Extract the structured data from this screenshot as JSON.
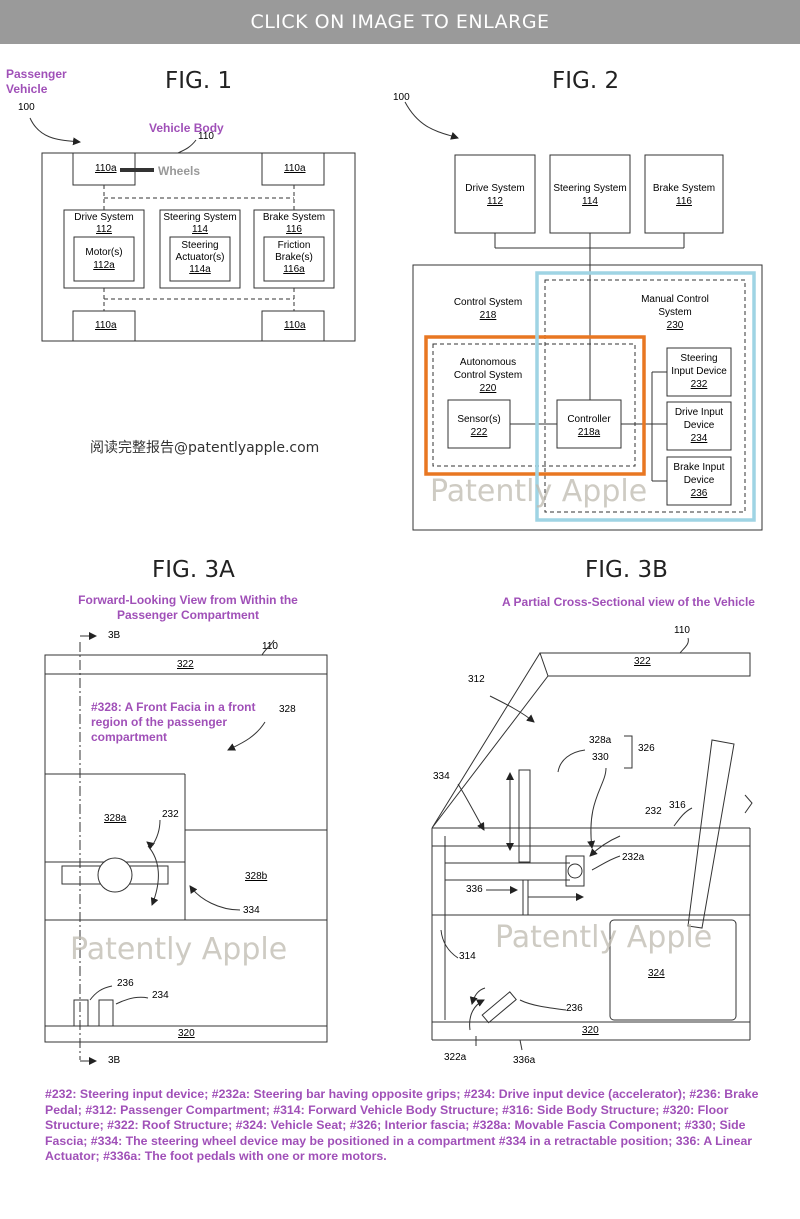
{
  "banner": "CLICK ON IMAGE TO ENLARGE",
  "fig1": {
    "title": "FIG. 1",
    "passenger_vehicle": [
      "Passenger",
      "Vehicle"
    ],
    "ref100": "100",
    "vehicle_body_label": "Vehicle Body",
    "ref110": "110",
    "wheel": "110a",
    "wheels_label": "Wheels",
    "drive": [
      "Drive System",
      "112"
    ],
    "motor": [
      "Motor(s)",
      "112a"
    ],
    "steering": [
      "Steering System",
      "114"
    ],
    "actuator": [
      "Steering",
      "Actuator(s)",
      "114a"
    ],
    "brake": [
      "Brake System",
      "116"
    ],
    "friction": [
      "Friction",
      "Brake(s)",
      "116a"
    ]
  },
  "fig2": {
    "title": "FIG. 2",
    "ref100": "100",
    "drive": [
      "Drive System",
      "112"
    ],
    "steering": [
      "Steering System",
      "114"
    ],
    "brake": [
      "Brake System",
      "116"
    ],
    "control": [
      "Control System",
      "218"
    ],
    "manual": [
      "Manual Control",
      "System",
      "230"
    ],
    "autonomous": [
      "Autonomous",
      "Control System",
      "220"
    ],
    "sensor": [
      "Sensor(s)",
      "222"
    ],
    "controller": [
      "Controller",
      "218a"
    ],
    "steer_input": [
      "Steering",
      "Input Device",
      "232"
    ],
    "drive_input": [
      "Drive Input",
      "Device",
      "234"
    ],
    "brake_input": [
      "Brake Input",
      "Device",
      "236"
    ],
    "watermark": "Patently Apple",
    "orange": "#e87722",
    "blue": "#9fd4e4"
  },
  "credit": "阅读完整报告@patentlyapple.com",
  "fig3a": {
    "title": "FIG. 3A",
    "subtitle": [
      "Forward-Looking View from Within the",
      "Passenger Compartment"
    ],
    "section": "3B",
    "ref110": "110",
    "r322": "322",
    "r328": "328",
    "front_facia": [
      "#328: A Front Facia in a front",
      "region of the passenger",
      "compartment"
    ],
    "r328a": "328a",
    "r232": "232",
    "r328b": "328b",
    "r334": "334",
    "r236": "236",
    "r234": "234",
    "r320": "320",
    "watermark": "Patently Apple"
  },
  "fig3b": {
    "title": "FIG. 3B",
    "subtitle": "A Partial Cross-Sectional view of the Vehicle",
    "ref110": "110",
    "r322": "322",
    "r312": "312",
    "r328a": "328a",
    "r330": "330",
    "r326": "326",
    "r334": "334",
    "r232": "232",
    "r316": "316",
    "r232a": "232a",
    "r336": "336",
    "r314": "314",
    "r324": "324",
    "r236": "236",
    "r320": "320",
    "r322a": "322a",
    "r336a": "336a",
    "watermark": "Patently Apple"
  },
  "notes": "#232: Steering input device; #232a: Steering bar having opposite grips; #234: Drive input device (accelerator); #236: Brake Pedal; #312: Passenger Compartment; #314: Forward Vehicle Body Structure; #316: Side Body Structure; #320: Floor Structure; #322: Roof Structure; #324: Vehicle Seat; #326; Interior fascia; #328a: Movable Fascia Component; #330; Side Fascia; #334: The steering wheel device may be positioned in a compartment #334 in a retractable position; 336: A Linear Actuator; #336a: The foot pedals with one or more motors."
}
